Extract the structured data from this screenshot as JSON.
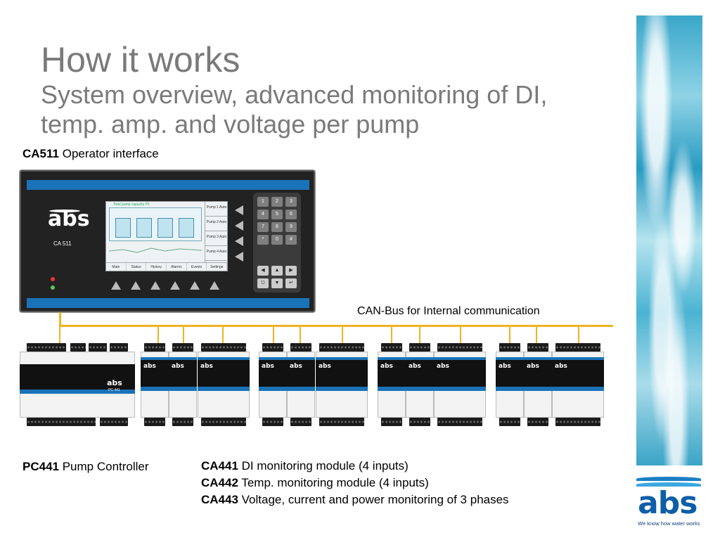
{
  "slide": {
    "title": "How it works",
    "subtitle": "System overview, advanced monitoring of DI, temp. amp. and voltage per pump"
  },
  "ca511": {
    "model_bold": "CA511",
    "description": "Operator interface",
    "panel_logo": "abs",
    "panel_model": "CA 511",
    "screen_title": "Total pump capacity P2",
    "pump_buttons": [
      "Pump 1 Auto",
      "Pump 2 Auto",
      "Pump 3 Auto",
      "Pump 4 Auto"
    ],
    "screen_tabs": [
      "Main",
      "Status",
      "History",
      "Alarms",
      "Events",
      "Settings"
    ],
    "keys": [
      "1",
      "2",
      "3",
      "4",
      "5",
      "6",
      "7",
      "8",
      "9",
      "*",
      "0",
      "#"
    ]
  },
  "can_bus": {
    "label": "CAN-Bus for Internal communication",
    "color": "#f0b323"
  },
  "modules": {
    "logo": "abs",
    "pc441_model": "PC 441"
  },
  "labels": {
    "pc441_bold": "PC441",
    "pc441_text": "Pump Controller",
    "ca441_bold": "CA441",
    "ca441_text": "DI monitoring module (4 inputs)",
    "ca442_bold": "CA442",
    "ca442_text": "Temp. monitoring module (4 inputs)",
    "ca443_bold": "CA443",
    "ca443_text": "Voltage, current and power monitoring of 3 phases"
  },
  "brand": {
    "logo_word": "abs",
    "tagline": "We know how water works",
    "accent": "#1a73b8"
  }
}
